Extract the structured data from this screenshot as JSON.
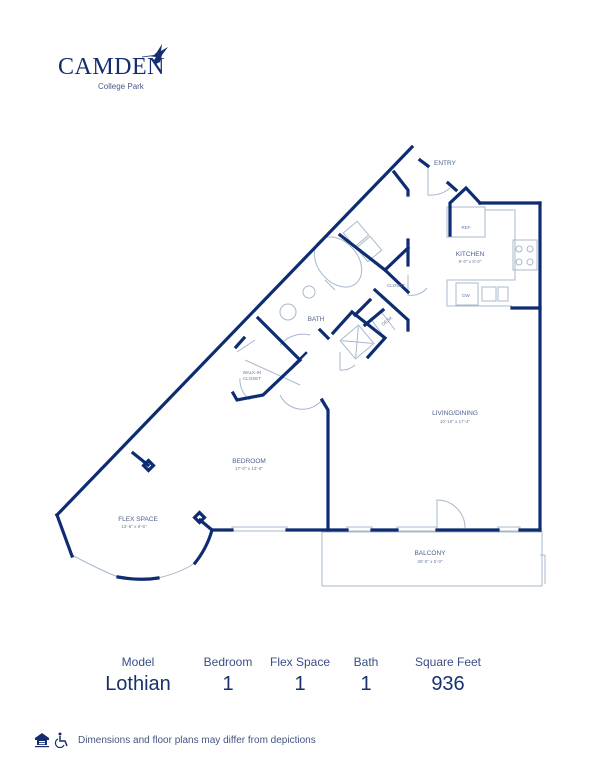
{
  "brand": {
    "name": "CAMDEN",
    "community": "College Park",
    "primary_color": "#0d2c72",
    "light_line_color": "#a8b8cc"
  },
  "floorplan": {
    "rooms": [
      {
        "name": "ENTRY",
        "dims": ""
      },
      {
        "name": "KITCHEN",
        "dims": "9'-0\" x 8'-0\""
      },
      {
        "name": "REF",
        "dims": ""
      },
      {
        "name": "DW",
        "dims": ""
      },
      {
        "name": "CLOSET",
        "dims": ""
      },
      {
        "name": "DESK",
        "dims": ""
      },
      {
        "name": "BATH",
        "dims": ""
      },
      {
        "name": "W/D",
        "dims": ""
      },
      {
        "name": "WALK-IN CLOSET",
        "dims": ""
      },
      {
        "name": "LIVING/DINING",
        "dims": "10'-10\" x 17'-4\""
      },
      {
        "name": "BEDROOM",
        "dims": "17'-0\" x 13'-0\""
      },
      {
        "name": "FLEX SPACE",
        "dims": "13'-6\" x 9'-6\""
      },
      {
        "name": "BALCONY",
        "dims": "30'-0\" x 5'-0\""
      }
    ]
  },
  "summary": {
    "model": {
      "label": "Model",
      "value": "Lothian"
    },
    "bedroom": {
      "label": "Bedroom",
      "value": "1"
    },
    "flex": {
      "label": "Flex Space",
      "value": "1"
    },
    "bath": {
      "label": "Bath",
      "value": "1"
    },
    "sqft": {
      "label": "Square Feet",
      "value": "936"
    }
  },
  "footer": {
    "icons": [
      "equal-housing-icon",
      "accessibility-icon"
    ],
    "disclaimer": "Dimensions and floor plans may differ from depictions"
  }
}
